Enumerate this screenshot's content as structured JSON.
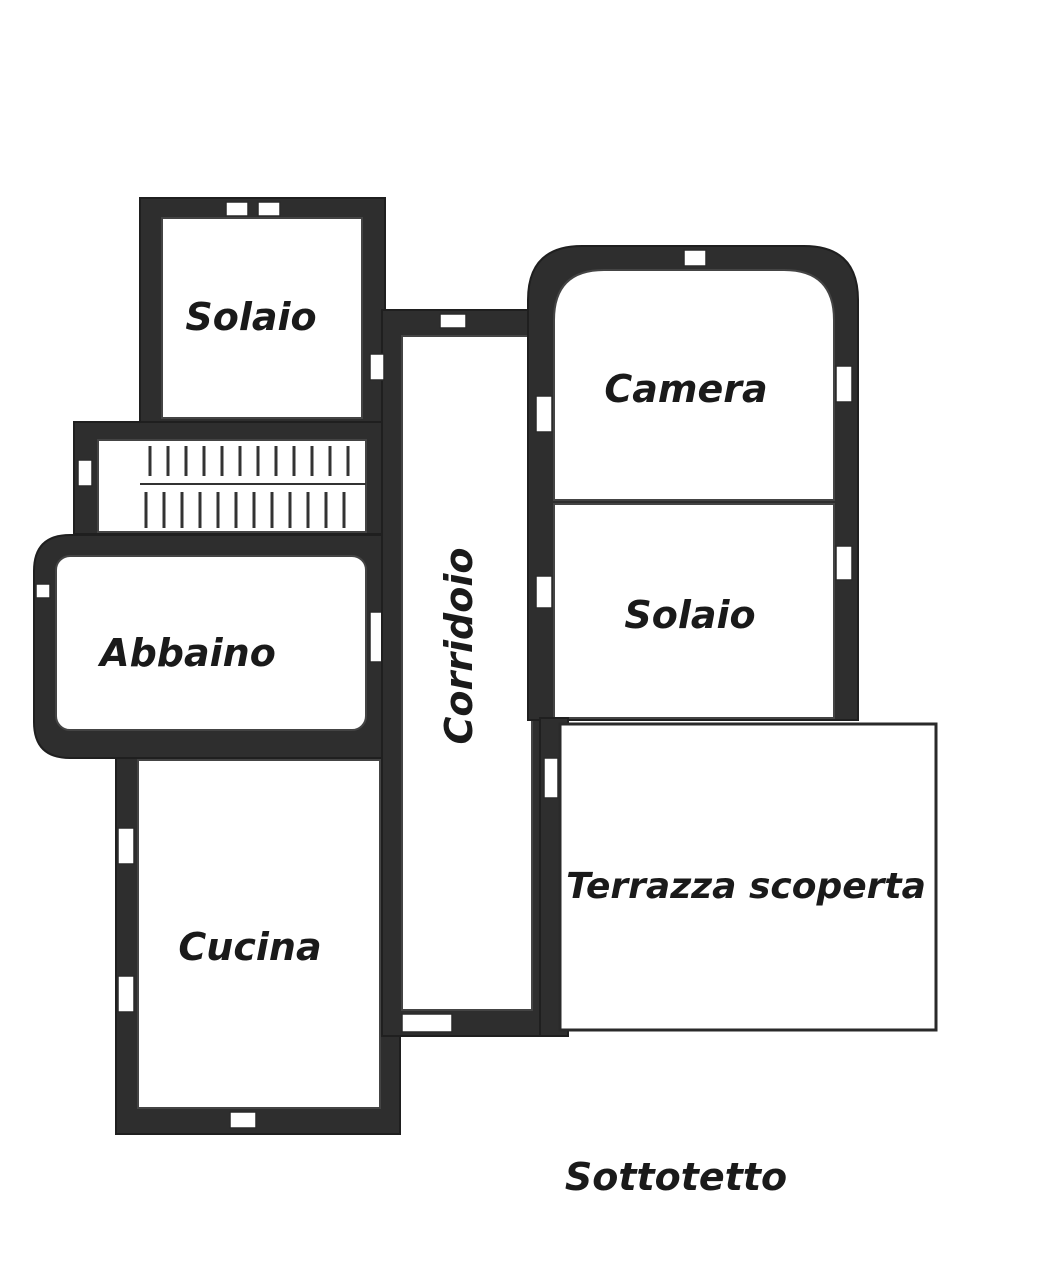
{
  "plan": {
    "rooms": {
      "solaio_top_left": "Solaio",
      "camera": "Camera",
      "solaio_right": "Solaio",
      "abbaino": "Abbaino",
      "corridoio": "Corridoio",
      "terrazza": "Terrazza scoperta",
      "cucina": "Cucina"
    },
    "caption": "Sottotetto"
  }
}
